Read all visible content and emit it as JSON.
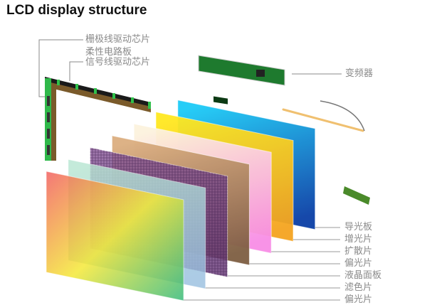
{
  "title": "LCD display structure",
  "labels_top": {
    "gate_driver": "栅极线驱动芯片",
    "flex_pcb": "柔性电路板",
    "source_driver": "信号线驱动芯片",
    "inverter": "变频器"
  },
  "layers": [
    {
      "label": "导光板",
      "colors": [
        "#1ccbf7",
        "#0a3fa6"
      ]
    },
    {
      "label": "增光片",
      "colors": [
        "#ffe820",
        "#f5a420"
      ]
    },
    {
      "label": "扩散片",
      "colors": [
        "#fcf3de",
        "#f88ee6"
      ]
    },
    {
      "label": "偏光片",
      "colors": [
        "#dcae80",
        "#7e5e42"
      ]
    },
    {
      "label": "液晶面板",
      "colors": [
        "#8a5a9a",
        "#6a3a7a"
      ]
    },
    {
      "label": "滤色片",
      "colors": [
        "#b8e6d2",
        "#9ac0e0"
      ]
    },
    {
      "label": "偏光片",
      "colors": [
        "#f25a5a",
        "#f5e830",
        "#2fb876"
      ]
    }
  ]
}
